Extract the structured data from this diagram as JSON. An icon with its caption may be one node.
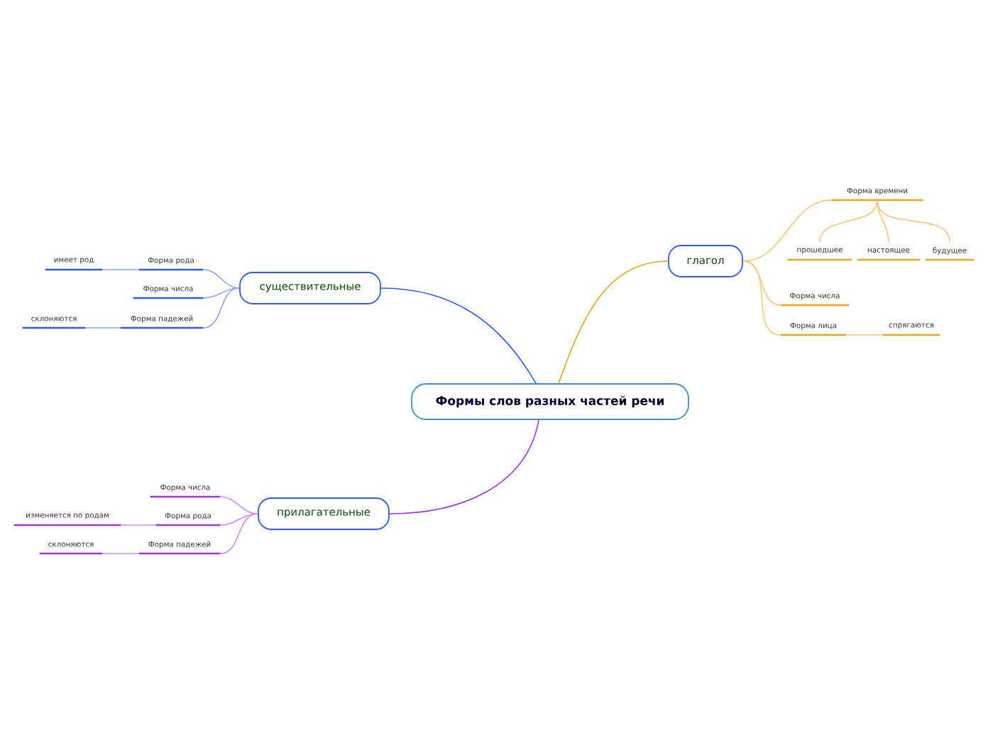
{
  "diagram": {
    "nodes": [
      {
        "text": [
          "Формы слов разных частей речи"
        ]
      },
      {
        "text": [
          "глагол"
        ]
      },
      {
        "text": [
          "существительные"
        ]
      },
      {
        "text": [
          "прилагательные"
        ]
      },
      {
        "text": [
          "Форма времени"
        ]
      },
      {
        "text": [
          "прошедшее"
        ]
      },
      {
        "text": [
          "настоящее"
        ]
      },
      {
        "text": [
          "будущее"
        ]
      },
      {
        "text": [
          "Форма числа"
        ]
      },
      {
        "text": [
          "Форма лица"
        ]
      },
      {
        "text": [
          "спрягаются"
        ]
      },
      {
        "text": [
          "Форма рода"
        ]
      },
      {
        "text": [
          "имеет род"
        ]
      },
      {
        "text": [
          "Форма числа"
        ]
      },
      {
        "text": [
          "Форма падежей"
        ]
      },
      {
        "text": [
          "склоняются"
        ]
      },
      {
        "text": [
          "Форма числа"
        ]
      },
      {
        "text": [
          "изменяется по родам"
        ]
      },
      {
        "text": [
          "Форма рода"
        ]
      },
      {
        "text": [
          "склоняются"
        ]
      },
      {
        "text": [
          "Форма падежей"
        ]
      }
    ],
    "edges": [
      {
        "from": 0,
        "to": 1,
        "arrow": "none",
        "color": "#f7a21b"
      },
      {
        "from": 0,
        "to": 2,
        "arrow": "none",
        "color": "#2d5bff"
      },
      {
        "from": 0,
        "to": 3,
        "arrow": "none",
        "color": "#a72ef0"
      },
      {
        "from": 1,
        "to": 4,
        "arrow": "none",
        "color": "#fbc774"
      },
      {
        "from": 4,
        "to": 5,
        "arrow": "none",
        "color": "#fbc774"
      },
      {
        "from": 4,
        "to": 6,
        "arrow": "none",
        "color": "#fbc774"
      },
      {
        "from": 4,
        "to": 7,
        "arrow": "none",
        "color": "#fbc774"
      },
      {
        "from": 1,
        "to": 8,
        "arrow": "none",
        "color": "#fbc774"
      },
      {
        "from": 1,
        "to": 9,
        "arrow": "none",
        "color": "#fbc774"
      },
      {
        "from": 9,
        "to": 10,
        "arrow": "none",
        "color": "#fbc774"
      },
      {
        "from": 2,
        "to": 11,
        "arrow": "none",
        "color": "#8aa4ff"
      },
      {
        "from": 11,
        "to": 12,
        "arrow": "none",
        "color": "#8aa4ff"
      },
      {
        "from": 2,
        "to": 13,
        "arrow": "none",
        "color": "#8aa4ff"
      },
      {
        "from": 2,
        "to": 14,
        "arrow": "none",
        "color": "#8aa4ff"
      },
      {
        "from": 14,
        "to": 15,
        "arrow": "none",
        "color": "#8aa4ff"
      },
      {
        "from": 3,
        "to": 16,
        "arrow": "none",
        "color": "#d08af6"
      },
      {
        "from": 3,
        "to": 18,
        "arrow": "none",
        "color": "#d08af6"
      },
      {
        "from": 18,
        "to": 17,
        "arrow": "none",
        "color": "#d08af6"
      },
      {
        "from": 3,
        "to": 20,
        "arrow": "none",
        "color": "#d08af6"
      },
      {
        "from": 20,
        "to": 19,
        "arrow": "none",
        "color": "#d08af6"
      }
    ]
  }
}
